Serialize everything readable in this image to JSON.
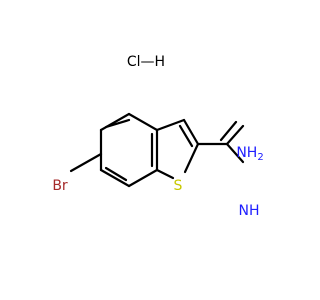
{
  "molecule": {
    "salt_label": "Cl—H",
    "atoms": {
      "br": "Br",
      "s": "S",
      "nh2": "NH",
      "nh2_sub": "2",
      "nh": "NH"
    }
  },
  "colors": {
    "bond": "#000000",
    "bromine": "#a52a2a",
    "sulfur": "#c8c800",
    "nitrogen": "#2020ff",
    "chlorine": "#20c020"
  }
}
